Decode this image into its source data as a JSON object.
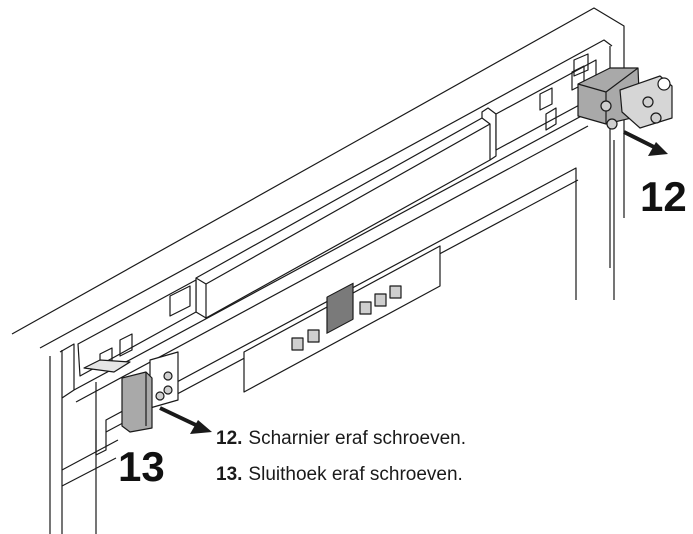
{
  "callouts": {
    "hinge": "12",
    "angle": "13"
  },
  "steps": [
    {
      "number": "12.",
      "text": "Scharnier eraf schroeven."
    },
    {
      "number": "13.",
      "text": "Sluithoek eraf schroeven."
    }
  ],
  "colors": {
    "line": "#1a1a1a",
    "part_gray": "#a9a9a9",
    "part_light": "#d6d6d6",
    "panel": "#ffffff"
  },
  "icons": [
    "arrow-icon",
    "hinge-icon",
    "angle-bracket-icon",
    "screw-icon",
    "control-panel-icon"
  ]
}
